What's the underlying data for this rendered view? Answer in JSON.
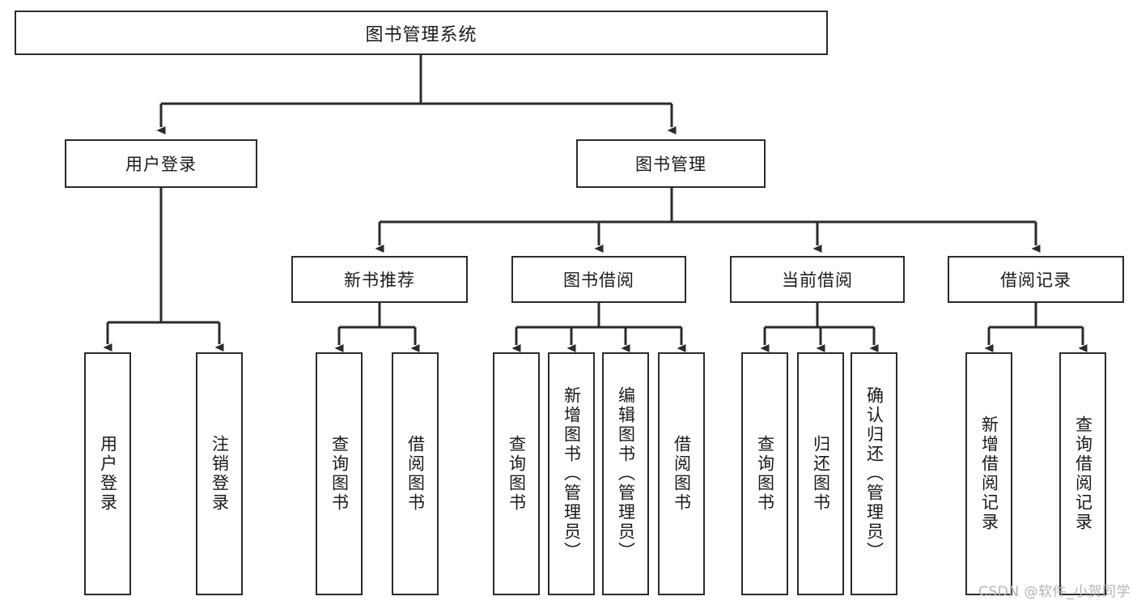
{
  "diagram": {
    "title": "图书管理系统",
    "type": "hierarchy-tree",
    "edge_color": "#2b2b2b",
    "node_border_color": "#2b2b2b",
    "node_fill_color": "#ffffff",
    "text_color": "#1a1a1a"
  },
  "nodes": {
    "root": {
      "label": "图书管理系统"
    },
    "level2": [
      {
        "label": "用户登录"
      },
      {
        "label": "图书管理"
      }
    ],
    "level3": [
      {
        "label": "新书推荐"
      },
      {
        "label": "图书借阅"
      },
      {
        "label": "当前借阅"
      },
      {
        "label": "借阅记录"
      }
    ],
    "leaves": {
      "user_login": [
        {
          "label": "用户登录"
        },
        {
          "label": "注销登录"
        }
      ],
      "new_book_recommend": [
        {
          "label": "查询图书"
        },
        {
          "label": "借阅图书"
        }
      ],
      "book_borrow": [
        {
          "label": "查询图书"
        },
        {
          "label": "新增图书（管理员）"
        },
        {
          "label": "编辑图书（管理员）"
        },
        {
          "label": "借阅图书"
        }
      ],
      "current_borrow": [
        {
          "label": "查询图书"
        },
        {
          "label": "归还图书"
        },
        {
          "label": "确认归还（管理员）"
        }
      ],
      "borrow_record": [
        {
          "label": "新增借阅记录"
        },
        {
          "label": "查询借阅记录"
        }
      ]
    }
  },
  "watermark": {
    "text": "CSDN @软件_小贺同学"
  }
}
